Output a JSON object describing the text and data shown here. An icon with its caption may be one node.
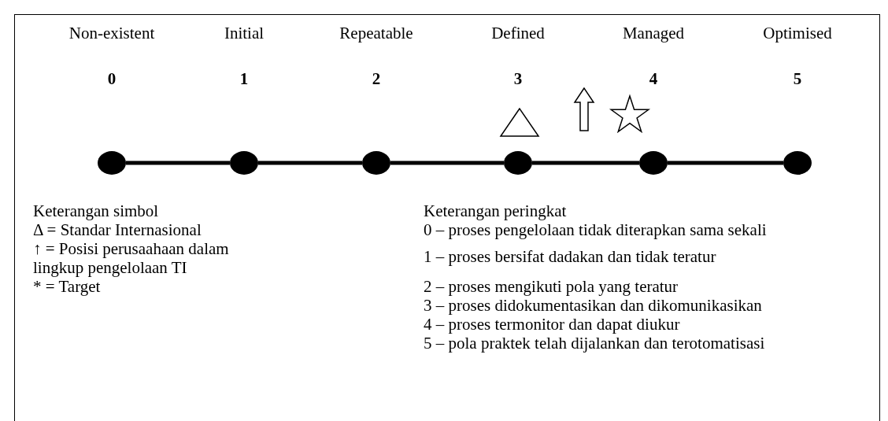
{
  "diagram": {
    "nodes": [
      {
        "text": [],
        "shape": "circle",
        "beside": [
          "Non-existent",
          "0"
        ]
      },
      {
        "text": [],
        "shape": "circle",
        "beside": [
          "Initial",
          "1"
        ]
      },
      {
        "text": [],
        "shape": "circle",
        "beside": [
          "Repeatable",
          "2"
        ]
      },
      {
        "text": [],
        "shape": "circle",
        "beside": [
          "Defined",
          "3"
        ]
      },
      {
        "text": [],
        "shape": "circle",
        "beside": [
          "Managed",
          "4"
        ]
      },
      {
        "text": [],
        "shape": "circle",
        "beside": [
          "Optimised",
          "5"
        ]
      }
    ],
    "edges": [
      {
        "from": 0,
        "to": 1,
        "arrow": "none"
      },
      {
        "from": 1,
        "to": 2,
        "arrow": "none"
      },
      {
        "from": 2,
        "to": 3,
        "arrow": "none"
      },
      {
        "from": 3,
        "to": 4,
        "arrow": "none"
      },
      {
        "from": 4,
        "to": 5,
        "arrow": "none"
      }
    ],
    "labels": [
      "Keterangan simbol",
      "Δ = Standar Internasional",
      "↑ = Posisi perusaahaan dalam lingkup pengelolaan TI",
      "* = Target",
      "Keterangan peringkat",
      "0 – proses pengelolaan tidak diterapkan sama sekali",
      "1 – proses bersifat dadakan dan tidak teratur",
      "2 – proses mengikuti pola yang teratur",
      "3 – proses didokumentasikan dan dikomunikasikan",
      "4 – proses termonitor dan dapat diukur",
      "5 – pola praktek telah dijalankan dan terotomatisasi"
    ]
  }
}
